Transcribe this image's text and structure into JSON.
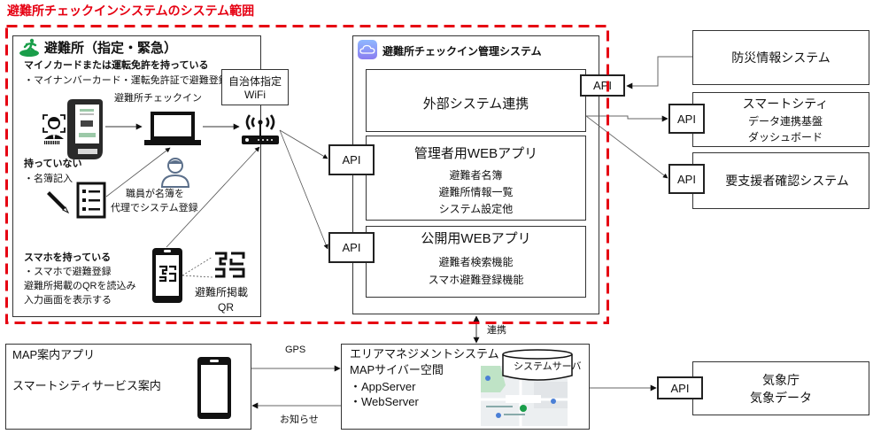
{
  "scope_title": "避難所チェックインシステムのシステム範囲",
  "shelter": {
    "title": "避難所（指定・緊急）",
    "card_holders": {
      "heading": "マイノカードまたは運転免許を持っている",
      "detail": "・マイナンバーカード・運転免許証で避難登録"
    },
    "checkin_label": "避難所チェックイン",
    "wifi_label": [
      "自治体指定",
      "WiFi"
    ],
    "no_card": {
      "heading": "持っていない",
      "detail": "・名簿記入"
    },
    "staff_label": [
      "職員が名簿を",
      "代理でシステム登録"
    ],
    "smartphone": {
      "heading": "スマホを持っている",
      "lines": [
        "・スマホで避難登録",
        "避難所掲載のQRを読込み",
        "入力画面を表示する"
      ]
    },
    "qr_label": [
      "避難所掲載",
      "QR"
    ]
  },
  "management": {
    "title": "避難所チェックイン管理システム",
    "external": {
      "title": "外部システム連携",
      "api": "API"
    },
    "admin_app": {
      "title": "管理者用WEBアプリ",
      "features": [
        "避難者名簿",
        "避難所情報一覧",
        "システム設定他"
      ],
      "api": "API"
    },
    "public_app": {
      "title": "公開用WEBアプリ",
      "features": [
        "避難者検索機能",
        "スマホ避難登録機能"
      ],
      "api": "API"
    }
  },
  "external_systems": {
    "disaster_info": {
      "name": "防災情報システム"
    },
    "smart_city": {
      "lines": [
        "スマートシティ",
        "データ連携基盤",
        "ダッシュボード"
      ],
      "api": "API"
    },
    "support_needed": {
      "name": "要支援者確認システム",
      "api": "API"
    }
  },
  "map_app": {
    "title": "MAP案内アプリ",
    "subtitle": "スマートシティサービス案内"
  },
  "flows": {
    "gps": "GPS",
    "notice": "お知らせ",
    "link": "連携"
  },
  "area_mgmt": {
    "lines": [
      "エリアマネジメントシステム",
      "MAPサイバー空間",
      "・AppServer",
      "・WebServer"
    ],
    "server": "システムサーバ"
  },
  "jma": {
    "lines": [
      "気象庁",
      "気象データ"
    ],
    "api": "API"
  },
  "colors": {
    "scope": "#e60012",
    "shelter_icon": "#1a9e4a",
    "cloud_icon_top": "#8fb8ff",
    "cloud_icon_bottom": "#8a7cf0",
    "staff_icon": "#5b6f8a",
    "line": "#555555"
  }
}
